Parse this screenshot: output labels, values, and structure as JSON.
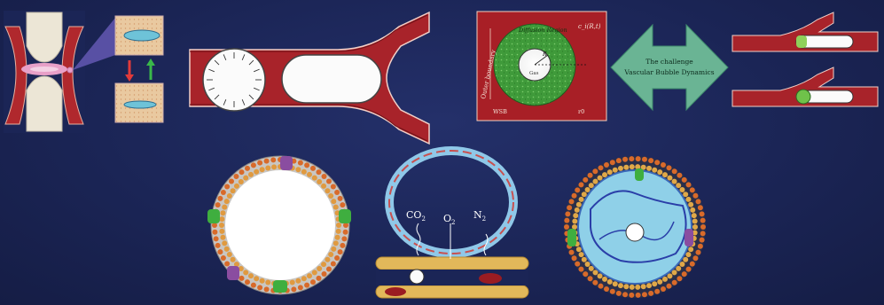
{
  "challenge_arrow": {
    "line1": "The challenge",
    "line2": "Vascular Bubble Dynamics"
  },
  "model_panel": {
    "outer_boundary": "Outer boundary",
    "diffusion_region": "Diffusion Region",
    "ci_label": "c_i(R,t)",
    "gas_label": "Gas",
    "r_label": "R",
    "bottom_left": "WSB",
    "bottom_right": "r0"
  },
  "diffusion_panel": {
    "co2": "CO",
    "co2_sub": "2",
    "o2": "O",
    "o2_sub": "2",
    "n2": "N",
    "n2_sub": "2"
  },
  "colors": {
    "background": "#1b2556",
    "vessel_red": "#a8232a",
    "model_red": "#a81f26",
    "diffusion_green": "#3f9a3a",
    "arrow_green": "#6ab494",
    "cartilage": "#e9e1cf",
    "cell_yellow": "#e2b85a",
    "lipid_orange": "#d86a2a",
    "plasma_blue": "#8fd0e8"
  }
}
